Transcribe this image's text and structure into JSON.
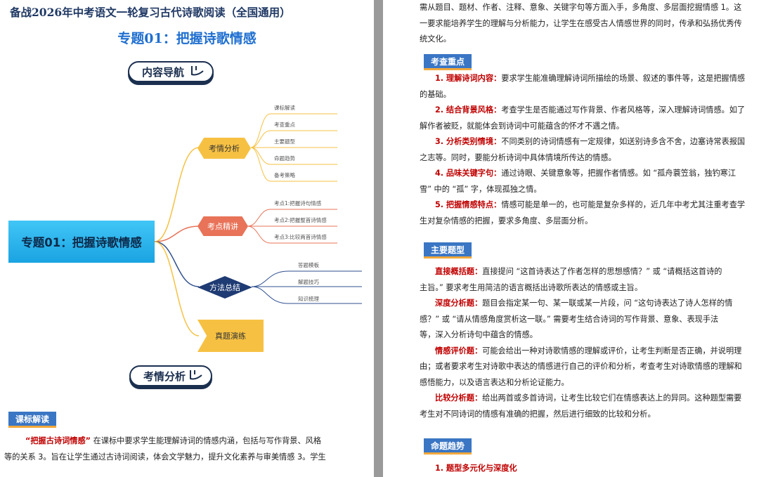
{
  "left_page": {
    "doc_title": "备战2026年中考语文一轮复习古代诗歌阅读（全国通用）",
    "topic_title": "专题01：把握诗歌情感",
    "nav_pill": "内容导航",
    "mindmap": {
      "root": "专题01：把握诗歌情感",
      "branches": [
        {
          "label": "考情分析",
          "leaves": [
            "课标解读",
            "考查重点",
            "主要题型",
            "命题趋势",
            "备考策略"
          ]
        },
        {
          "label": "考点精讲",
          "leaves": [
            "考点1:把握诗句情感",
            "考点2:把握整首诗情感",
            "考点3:比较两首诗情感"
          ]
        },
        {
          "label": "方法总结",
          "leaves": [
            "答题模板",
            "解题技巧",
            "知识梳理"
          ]
        },
        {
          "label": "真题演练",
          "leaves": []
        }
      ]
    },
    "analysis_pill": "考情分析",
    "section_tag": "课标解读",
    "para_quote": "“把握古诗词情感”",
    "para_line1_rest": " 在课标中要求学生能理解诗词的情感内涵，包括与写作背景、风格",
    "para_line2": "等的关系 3。旨在让学生通过古诗词阅读，体会文学魅力，提升文化素养与审美情感 3。学生"
  },
  "right_page": {
    "intro_lines": [
      "需从题目、题材、作者、注释、意象、关键字句等方面入手，多角度、多层面挖掘情感 1。这",
      "一要求能培养学生的理解与分析能力，让学生在感受古人情感世界的同时，传承和弘扬优秀传",
      "统文化。"
    ],
    "tag_focus": "考查重点",
    "focus_items": [
      {
        "head": "1. 理解诗词内容：",
        "lines": [
          "要求学生能准确理解诗词所描绘的场景、叙述的事件等，这是把握情感",
          "的基础。"
        ]
      },
      {
        "head": "2. 结合背景风格：",
        "lines": [
          "考查学生是否能通过写作背景、作者风格等，深入理解诗词情感。如了",
          "解作者被贬，就能体会到诗词中可能蕴含的怀才不遇之情。"
        ]
      },
      {
        "head": "3. 分析类别情境：",
        "lines": [
          "不同类别的诗词情感有一定规律，如送别诗多含不舍，边塞诗常表报国",
          "之志等。同时，要能分析诗词中具体情境所传达的情感。"
        ]
      },
      {
        "head": "4. 品味关键字句：",
        "lines": [
          "通过诗眼、关键意象等，把握作者情感。如 “孤舟蓑笠翁，独钓寒江",
          "雪” 中的 “孤” 字，体现孤独之情。"
        ]
      },
      {
        "head": "5. 把握情感特点：",
        "lines": [
          "情感可能是单一的，也可能是复杂多样的，近几年中考尤其注重考查学",
          "生对复杂情感的把握，要求多角度、多层面分析。"
        ]
      }
    ],
    "tag_types": "主要题型",
    "type_items": [
      {
        "head": "直接概括题：",
        "lines": [
          "直接提问 “这首诗表达了作者怎样的思想感情？” 或 “请概括这首诗的",
          "主旨。” 要求考生用简洁的语言概括出诗歌所表达的情感或主旨。"
        ]
      },
      {
        "head": "深度分析题：",
        "lines": [
          "题目会指定某一句、某一联或某一片段，问 “这句诗表达了诗人怎样的情",
          "感？” 或 “请从情感角度赏析这一联。” 需要考生结合诗词的写作背景、意象、表现手法",
          "等，深入分析诗句中蕴含的情感。"
        ]
      },
      {
        "head": "情感评价题：",
        "lines": [
          "可能会给出一种对诗歌情感的理解或评价，让考生判断是否正确，并说明理",
          "由；或者要求考生对诗歌中表达的情感进行自己的评价和分析，考查考生对诗歌情感的理解和",
          "感悟能力，以及语言表达和分析论证能力。"
        ]
      },
      {
        "head": "比较分析题：",
        "lines": [
          "给出两首或多首诗词，让考生比较它们在情感表达上的异同。这种题型需要",
          "考生对不同诗词的情感有准确的把握，然后进行细致的比较和分析。"
        ]
      }
    ],
    "tag_trend": "命题趋势",
    "trend_first": "1. 题型多元化与深度化"
  },
  "colors": {
    "title_navy": "#1f3864",
    "topic_blue": "#1f6fd0",
    "emphasis_red": "#c00000",
    "tag_blue": "#3a76c4",
    "tag_orange": "#f2a83b"
  }
}
